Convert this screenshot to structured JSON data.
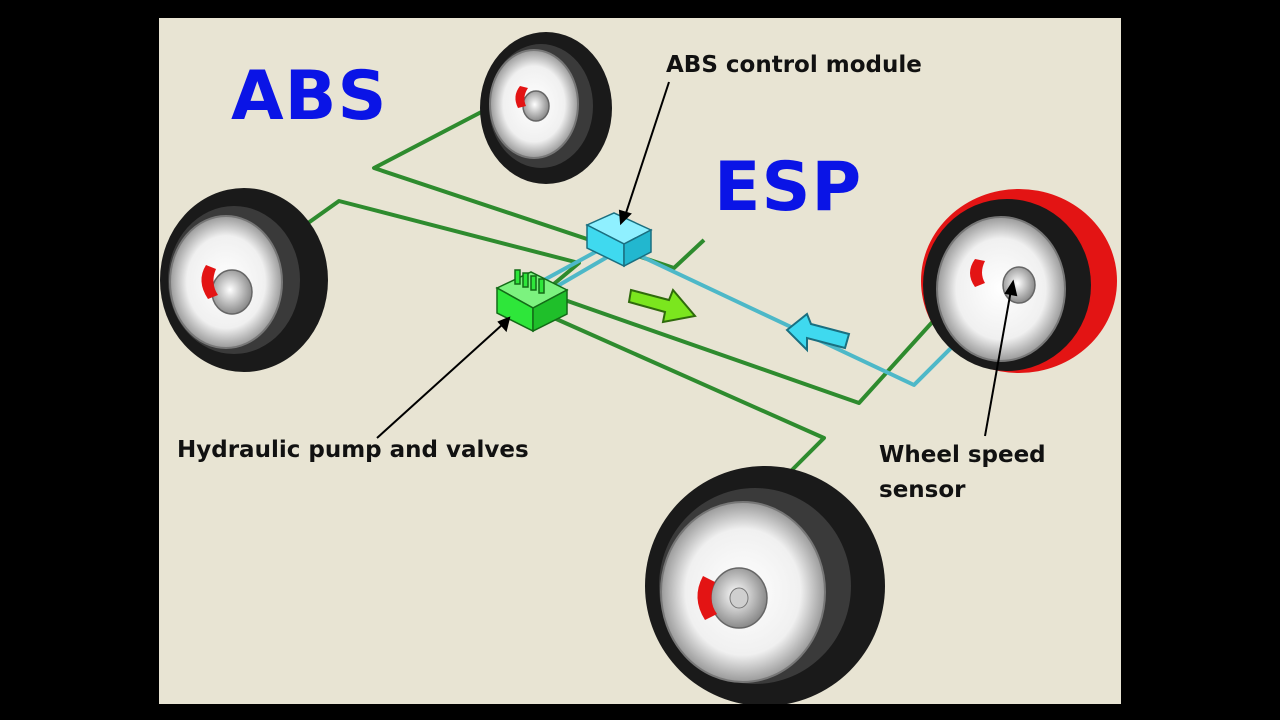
{
  "titles": {
    "abs": "ABS",
    "esp": "ESP"
  },
  "labels": {
    "control_module": "ABS control module",
    "pump_valves": "Hydraulic pump and valves",
    "wheel_speed_line1": "Wheel speed",
    "wheel_speed_line2": "sensor"
  },
  "colors": {
    "background": "#e8e4d3",
    "title_blue": "#0a14e6",
    "brake_line_green": "#2e8b2e",
    "sensor_line_cyan": "#4db8c8",
    "module_cyan": "#3fd9ef",
    "pump_green": "#2ee63a",
    "caliper_red": "#e31414",
    "tire_black": "#1a1a1a",
    "highlight_tire_red": "#e31414"
  },
  "icons": {
    "flow_arrow_green": "arrow-right-icon",
    "flow_arrow_cyan": "arrow-left-icon"
  }
}
